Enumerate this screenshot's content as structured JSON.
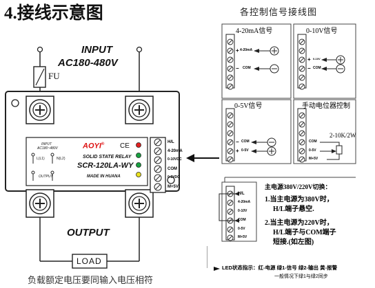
{
  "heading": "4.接线示意图",
  "input": {
    "label": "INPUT",
    "voltage": "AC180-480V",
    "fuse": "FU"
  },
  "relay": {
    "brand": "AOYI",
    "reg": "®",
    "ce": "CE",
    "type": "SOLID STATE RELAY",
    "model": "SCR-120LA-WY",
    "made": "MADE IN HUANA",
    "input_small": "INPUT",
    "input_range": "AC180~480V",
    "l1": "L(L1)",
    "n2": "N(L2)",
    "output_small": "OUTPUT",
    "led_colors": [
      "#e02020",
      "#18a040",
      "#18a040",
      "#e8e020"
    ],
    "terminals": [
      "H/L",
      "4-20mA",
      "0-10VDC",
      "COM",
      "0-5VDC",
      "M+5V"
    ]
  },
  "output": {
    "label": "OUTPUT",
    "load": "LOAD"
  },
  "caption_bottom": "负载额定电压要同输入电压相符",
  "signals": {
    "title": "各控制信号接线图",
    "ma": {
      "title": "4-20mA信号",
      "plus": "+",
      "minus": "−",
      "sig": "4-20mA",
      "com": "COM"
    },
    "v10": {
      "title": "0-10V信号",
      "plus": "+",
      "minus": "−",
      "sig": "0-10V",
      "com": "COM"
    },
    "v5": {
      "title": "0-5V信号",
      "plus": "+",
      "minus": "−",
      "sig": "0-5V",
      "com": "COM"
    },
    "pot": {
      "title": "手动电位器控制",
      "spec": "2-10K/2W",
      "com": "COM",
      "sig": "0-5V",
      "ref": "M+5V"
    }
  },
  "switch": {
    "title": "主电源380V/220V切换：",
    "item1": "1.当主电源为380V时，",
    "item1b": "H/L端子悬空.",
    "item2": "2.当主电源为220V时，",
    "item2b": "H/L端子与COM端子",
    "item2c": "短接.(如左图)",
    "terms": [
      "H/L",
      "4-20mA",
      "0-10V",
      "COM",
      "0-5V",
      "M+5V"
    ]
  },
  "led_note": {
    "line1": "LED状态指示：红-电源  绿1-信号  绿2-输出  黄-报警",
    "line2": "一般情况下绿1与绿2同步"
  }
}
